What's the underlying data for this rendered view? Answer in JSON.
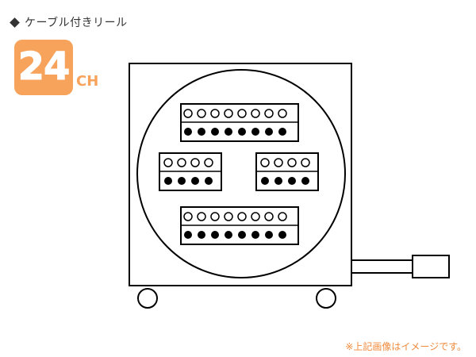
{
  "heading": {
    "bullet": "◆",
    "title": "ケーブル付きリール"
  },
  "channel": {
    "number": "24",
    "unit": "CH"
  },
  "footnote": "※上記画像はイメージです。",
  "panels": {
    "top": {
      "open_count": 8,
      "filled_count": 8
    },
    "left": {
      "open_count": 4,
      "filled_count": 4
    },
    "right": {
      "open_count": 4,
      "filled_count": 4
    },
    "bottom": {
      "open_count": 8,
      "filled_count": 8
    }
  },
  "colors": {
    "accent": "#f7a35c",
    "note": "#f08a3c",
    "line": "#000000"
  }
}
